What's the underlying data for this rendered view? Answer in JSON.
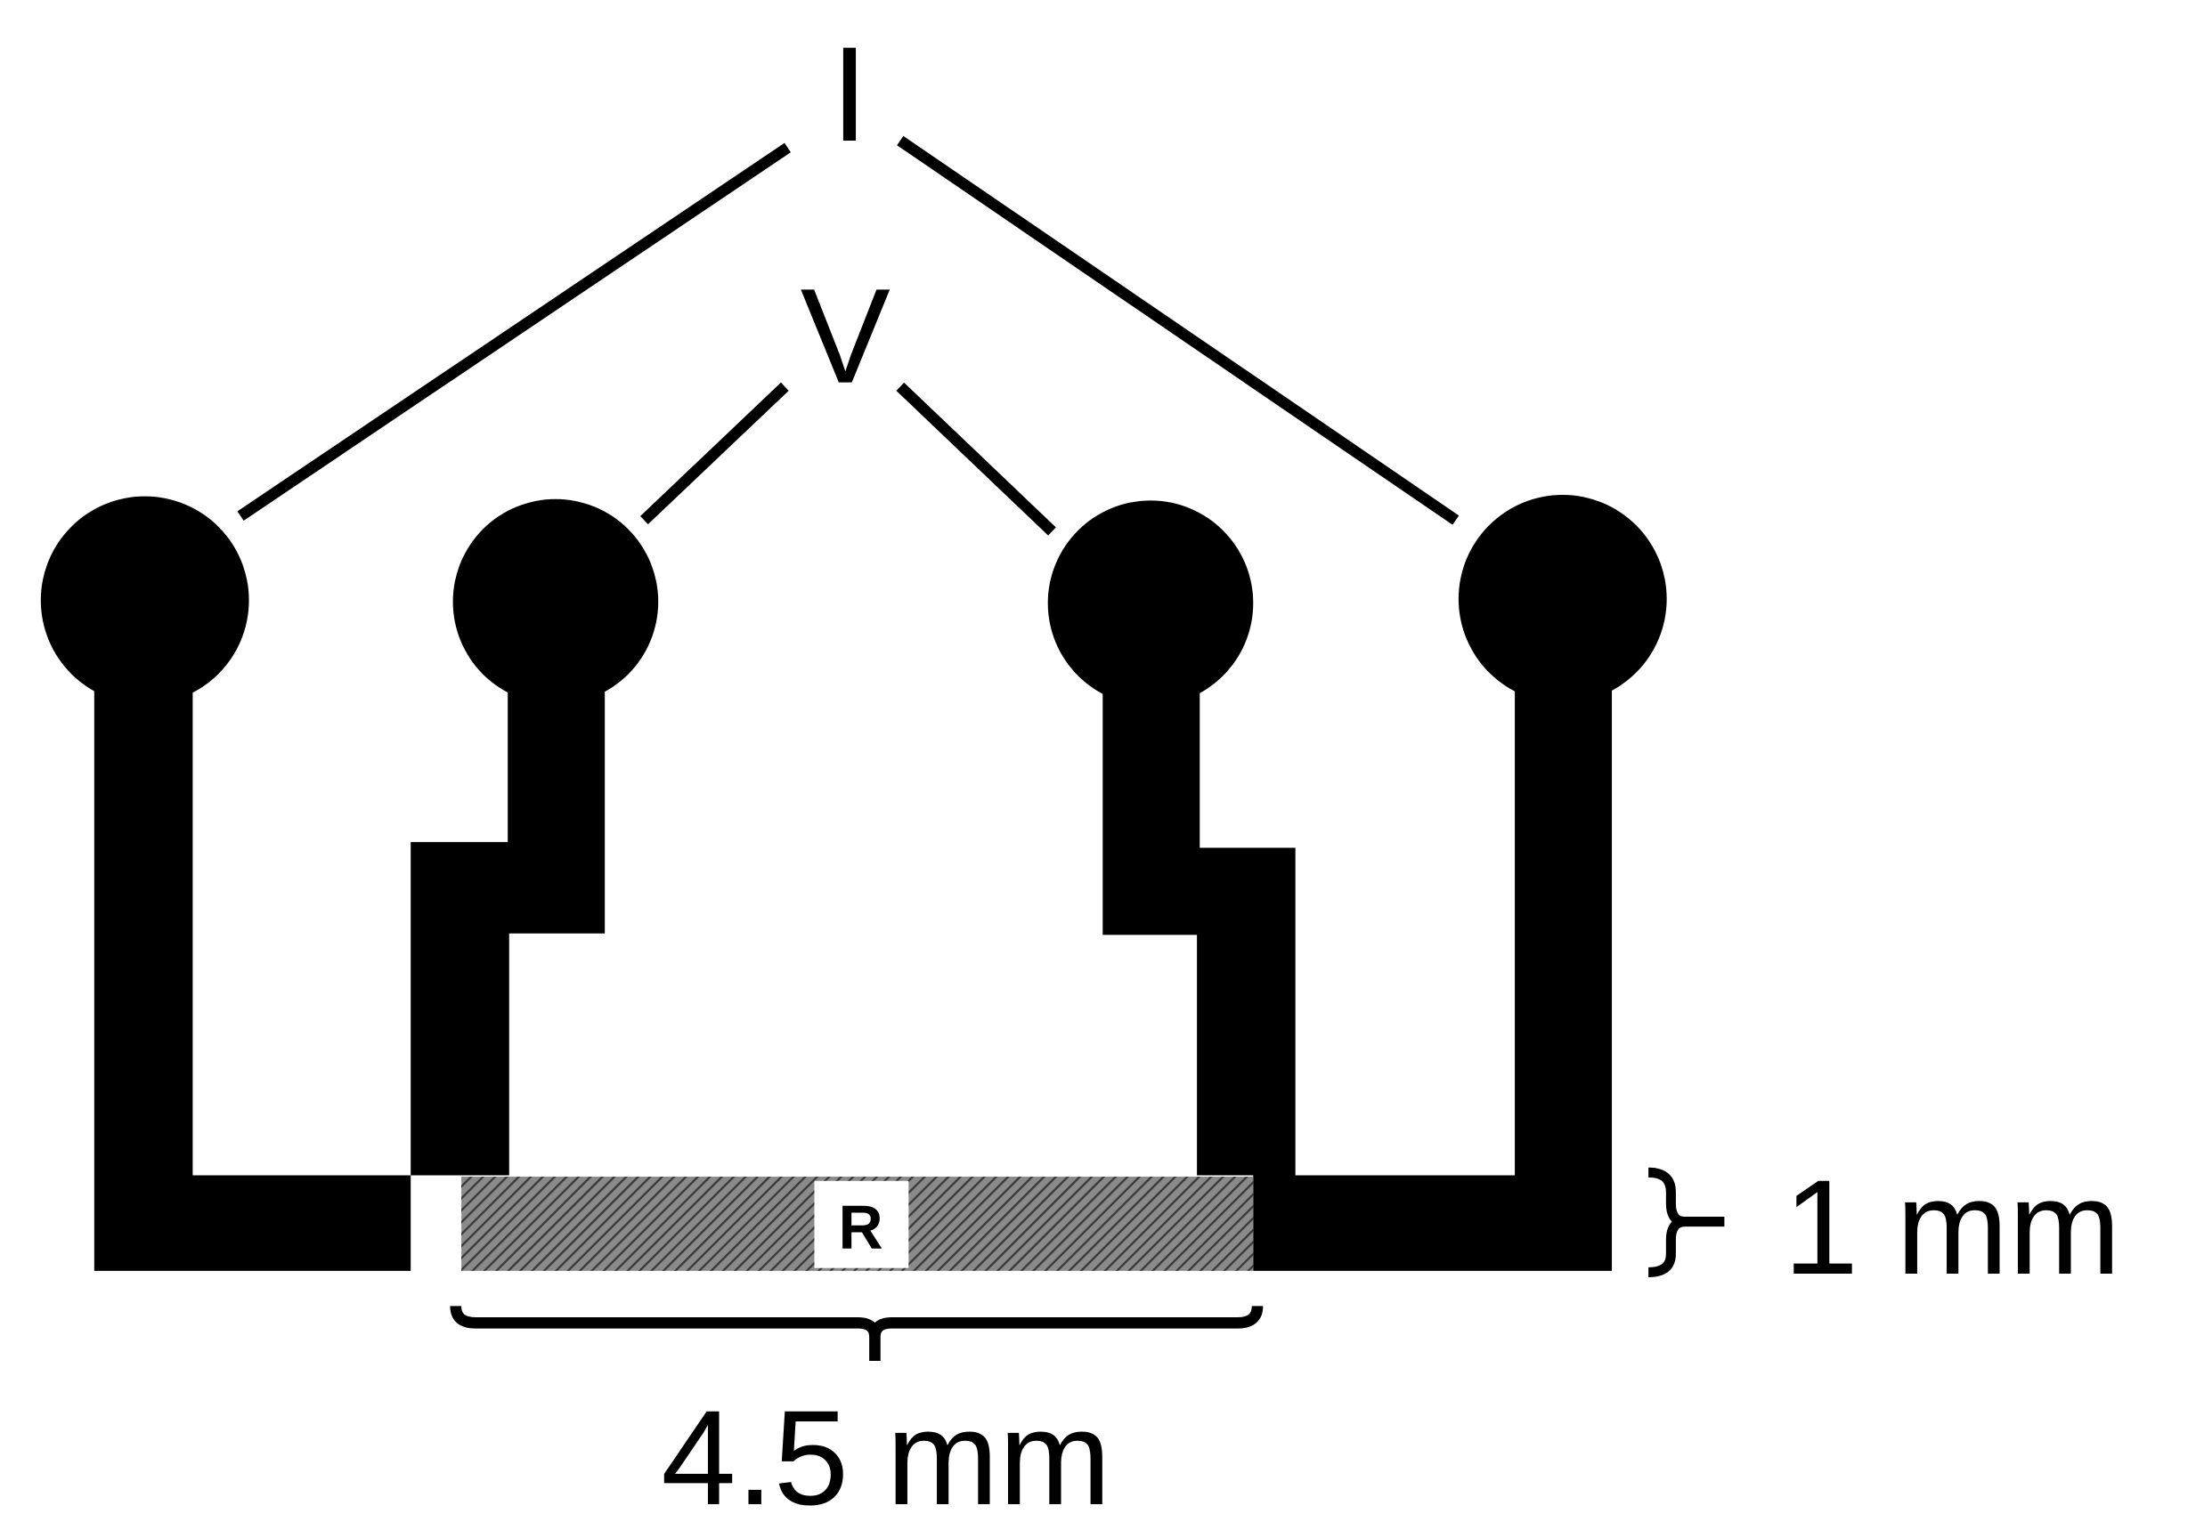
{
  "labels": {
    "current": "I",
    "voltage": "V",
    "resistor": "R",
    "width_dimension": "1 mm",
    "length_dimension": "4.5 mm"
  },
  "colors": {
    "trace": "#000000",
    "sample_hatch_bg": "#8a8a8a",
    "sample_hatch_line": "#3a3a3a",
    "background": "#ffffff"
  }
}
